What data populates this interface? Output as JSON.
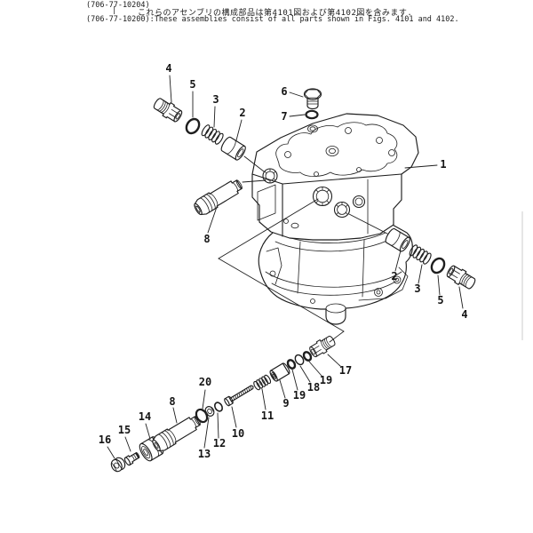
{
  "header": {
    "serial_top": "(706-77-10204)",
    "range_mark": "|",
    "note_ja": "これらのアセンブリの構成部品は第4101図および第4102図を含みます.",
    "serial_bottom": "(706-77-10200):",
    "note_en": "These assemblies consist of all parts shown in Figs. 4101 and 4102."
  },
  "figure": {
    "type": "exploded-parts-diagram",
    "subject": "hydraulic motor assembly with relief valve plugs, springs, o-rings and valve cartridges",
    "labels": [
      "1",
      "4",
      "5",
      "3",
      "2",
      "6",
      "7",
      "8",
      "2",
      "3",
      "5",
      "4",
      "17",
      "19",
      "18",
      "19",
      "9",
      "11",
      "10",
      "20",
      "12",
      "13",
      "8",
      "14",
      "15",
      "16"
    ]
  },
  "colors": {
    "paper": "#ffffff",
    "ink": "#1e1e1e"
  }
}
